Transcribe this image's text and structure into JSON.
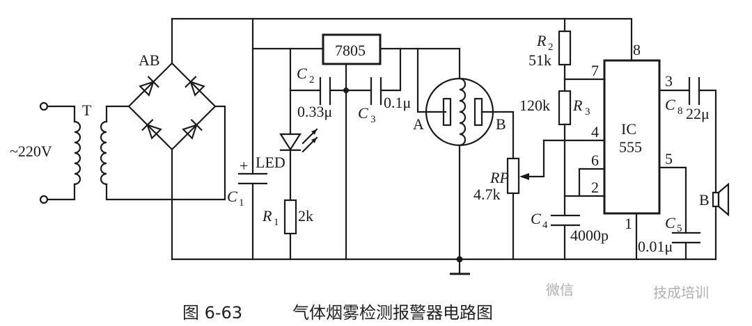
{
  "figure": {
    "caption_number": "图 6-63",
    "caption_title": "气体烟雾检测报警器电路图",
    "watermark": {
      "platform": "微信",
      "account": "技成培训"
    }
  },
  "components": {
    "source": {
      "label": "~220V"
    },
    "transformer": {
      "label": "T"
    },
    "bridge": {
      "label": "AB"
    },
    "c1": {
      "name": "C",
      "sub": "1",
      "polarity": "+"
    },
    "led": {
      "label": "LED"
    },
    "r1": {
      "name": "R",
      "sub": "1",
      "value": "2k"
    },
    "regulator": {
      "label": "7805"
    },
    "c2": {
      "name": "C",
      "sub": "2",
      "value": "0.33μ"
    },
    "c3": {
      "name": "C",
      "sub": "3",
      "value": "0.1μ"
    },
    "sensor": {
      "pin_a": "A",
      "pin_b": "B"
    },
    "rp": {
      "name": "RP",
      "value": "4.7k"
    },
    "r2": {
      "name": "R",
      "sub": "2",
      "value": "51k"
    },
    "r3": {
      "name": "R",
      "sub": "3",
      "value": "120k"
    },
    "c4": {
      "name": "C",
      "sub": "4",
      "value": "4000p"
    },
    "c5": {
      "name": "C",
      "sub": "5",
      "value": "0.01μ"
    },
    "c8": {
      "name": "C",
      "sub": "8",
      "value": "22μ"
    },
    "ic": {
      "line1": "IC",
      "line2": "555",
      "pins": {
        "p1": "1",
        "p2": "2",
        "p3": "3",
        "p4": "4",
        "p5": "5",
        "p6": "6",
        "p7": "7",
        "p8": "8"
      }
    },
    "speaker": {
      "label": "B"
    }
  }
}
